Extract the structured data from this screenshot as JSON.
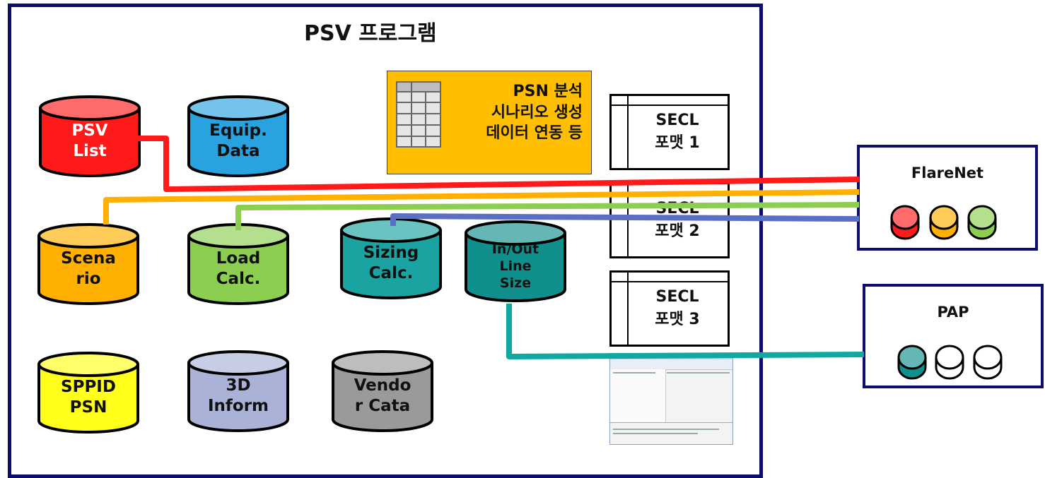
{
  "main_panel": {
    "title": "PSV 프로그램"
  },
  "databases": [
    {
      "id": "psv-list",
      "lines": [
        "PSV",
        "List"
      ],
      "color": "#ff1a1a",
      "text_color": "#ffffff"
    },
    {
      "id": "equip-data",
      "lines": [
        "Equip.",
        "Data"
      ],
      "color": "#29a3e0",
      "text_color": "#111111"
    },
    {
      "id": "scenario",
      "lines": [
        "Scena",
        "rio"
      ],
      "color": "#ffb000",
      "text_color": "#111111"
    },
    {
      "id": "load-calc",
      "lines": [
        "Load",
        "Calc."
      ],
      "color": "#8ccf50",
      "text_color": "#111111"
    },
    {
      "id": "sizing-calc",
      "lines": [
        "Sizing",
        "Calc."
      ],
      "color": "#1aa3a0",
      "text_color": "#111111"
    },
    {
      "id": "inout-line-size",
      "lines": [
        "In/Out",
        "Line",
        "Size"
      ],
      "color": "#10908c",
      "text_color": "#111111"
    },
    {
      "id": "sppid-psn",
      "lines": [
        "SPPID",
        "PSN"
      ],
      "color": "#ffff1a",
      "text_color": "#111111"
    },
    {
      "id": "3d-inform",
      "lines": [
        "3D",
        "Inform"
      ],
      "color": "#aab2d8",
      "text_color": "#111111"
    },
    {
      "id": "vendor-cata",
      "lines": [
        "Vendo",
        "r Cata"
      ],
      "color": "#9a9a9a",
      "text_color": "#111111"
    }
  ],
  "psn_box": {
    "lines": [
      "PSN 분석",
      "시나리오 생성",
      "데이터 연동 등"
    ],
    "color": "#ffbf00"
  },
  "secl_formats": [
    {
      "lines": [
        "SECL",
        "포맷 1"
      ]
    },
    {
      "lines": [
        "SECL",
        "포맷 2"
      ]
    },
    {
      "lines": [
        "SECL",
        "포맷 3"
      ]
    }
  ],
  "external_systems": [
    {
      "id": "flarenet",
      "name": "FlareNet",
      "db_icons": [
        "#ff1a1a",
        "#ffb000",
        "#8ccf50"
      ]
    },
    {
      "id": "pap",
      "name": "PAP",
      "db_icons": [
        "#10908c",
        "#ffffff",
        "#ffffff"
      ]
    }
  ],
  "connectors": [
    {
      "from": "psv-list",
      "to": "flarenet",
      "color": "#ff1a1a"
    },
    {
      "from": "scenario",
      "to": "flarenet",
      "color": "#ffb000"
    },
    {
      "from": "load-calc",
      "to": "flarenet",
      "color": "#8ccf50"
    },
    {
      "from": "sizing-calc",
      "to": "flarenet",
      "color": "#5a6ec4"
    },
    {
      "from": "inout-line-size",
      "to": "pap",
      "color": "#10a8a0"
    }
  ]
}
